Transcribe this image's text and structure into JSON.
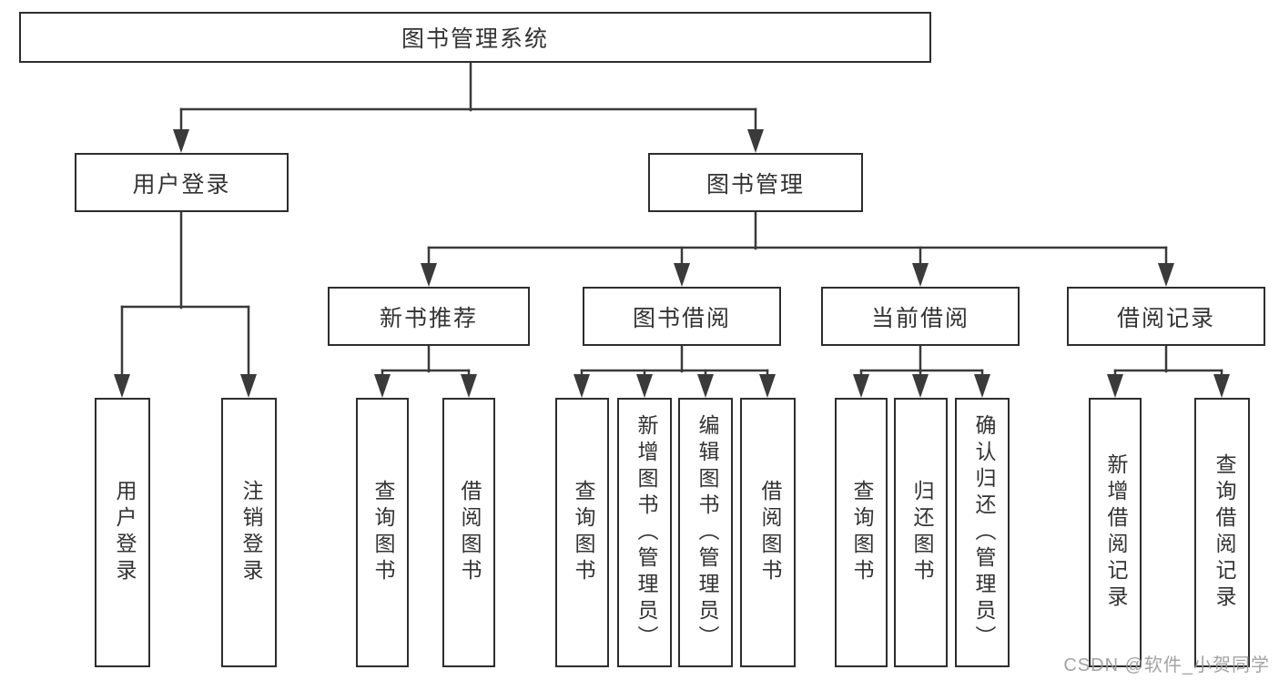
{
  "tree": {
    "root": "图书管理系统",
    "user_branch": {
      "label": "用户登录",
      "children": [
        "用户登录",
        "注销登录"
      ]
    },
    "mgmt_branch": {
      "label": "图书管理",
      "sections": [
        {
          "label": "新书推荐",
          "children": [
            "查询图书",
            "借阅图书"
          ]
        },
        {
          "label": "图书借阅",
          "children": [
            "查询图书",
            "新增图书（管理员）",
            "编辑图书（管理员）",
            "借阅图书"
          ]
        },
        {
          "label": "当前借阅",
          "children": [
            "查询图书",
            "归还图书",
            "确认归还（管理员）"
          ]
        },
        {
          "label": "借阅记录",
          "children": [
            "新增借阅记录",
            "查询借阅记录"
          ]
        }
      ]
    }
  },
  "watermark": "CSDN @软件_小贺同学",
  "colors": {
    "background": "#ffffff",
    "box_border": "#2d2d2d",
    "line": "#3a3a3a",
    "text": "#333333",
    "watermark": "#9a9a9a"
  }
}
